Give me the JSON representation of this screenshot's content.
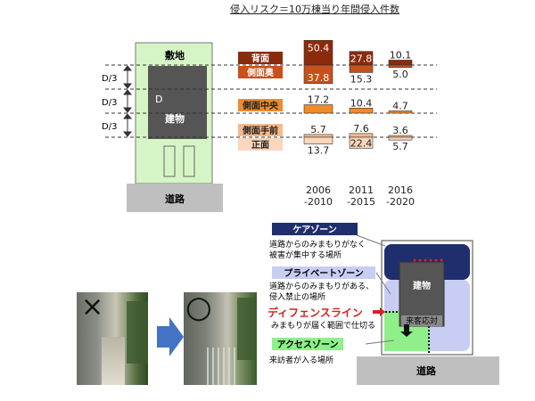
{
  "risk_chart": {
    "title": "侵入リスク＝10万棟当り年間侵入件数",
    "site_label": "敷地",
    "building_d_label": "D",
    "building_label": "建物",
    "road_label": "道路",
    "d_labels": [
      "D/3",
      "D/3",
      "D/3"
    ],
    "zone_labels": [
      "背面",
      "側面奥",
      "側面中央",
      "側面手前",
      "正面"
    ],
    "colors": {
      "back": "#8b2a0c",
      "side_rear": "#c8501a",
      "side_center": "#f08a2a",
      "side_front": "#f7b98a",
      "front": "#f9d6bc",
      "building": "#555555",
      "site": "#d6f5c6",
      "road": "#bfbfbf"
    }
  },
  "chart_data": {
    "type": "bar",
    "title": "侵入リスク＝10万棟当り年間侵入件数",
    "categories": [
      "2006\n-2010",
      "2011\n-2015",
      "2016\n-2020"
    ],
    "category_lines": [
      [
        "2006",
        "-2010"
      ],
      [
        "2011",
        "-2015"
      ],
      [
        "2016",
        "-2020"
      ]
    ],
    "series": [
      {
        "name": "背面",
        "values": [
          50.4,
          27.8,
          10.1
        ]
      },
      {
        "name": "側面奥",
        "values": [
          37.8,
          15.3,
          5.0
        ]
      },
      {
        "name": "側面中央",
        "values": [
          17.2,
          10.4,
          4.7
        ]
      },
      {
        "name": "側面手前",
        "values": [
          5.7,
          7.6,
          3.6
        ]
      },
      {
        "name": "正面",
        "values": [
          13.7,
          22.4,
          5.7
        ]
      }
    ]
  },
  "photos": {
    "bad_mark": "×",
    "good_mark": "○"
  },
  "zones": {
    "care": {
      "title": "ケアゾーン",
      "desc": [
        "道路からのみまもりがなく",
        "被害が集中する場所"
      ],
      "color": "#1f2f6e"
    },
    "private": {
      "title": "プライベートゾーン",
      "desc": [
        "道路からのみまもりがある、",
        "侵入禁止の場所"
      ],
      "color": "#c8cdf4"
    },
    "defense": {
      "title": "ディフェンスライン",
      "desc": "みまもりが届く範囲で仕切る",
      "color": "#d62020"
    },
    "access": {
      "title": "アクセスゾーン",
      "desc": "来訪者が入る場所",
      "color": "#8ff08a"
    },
    "building_label": "建物",
    "visitor_label": "来客応対",
    "road_label": "道路"
  }
}
